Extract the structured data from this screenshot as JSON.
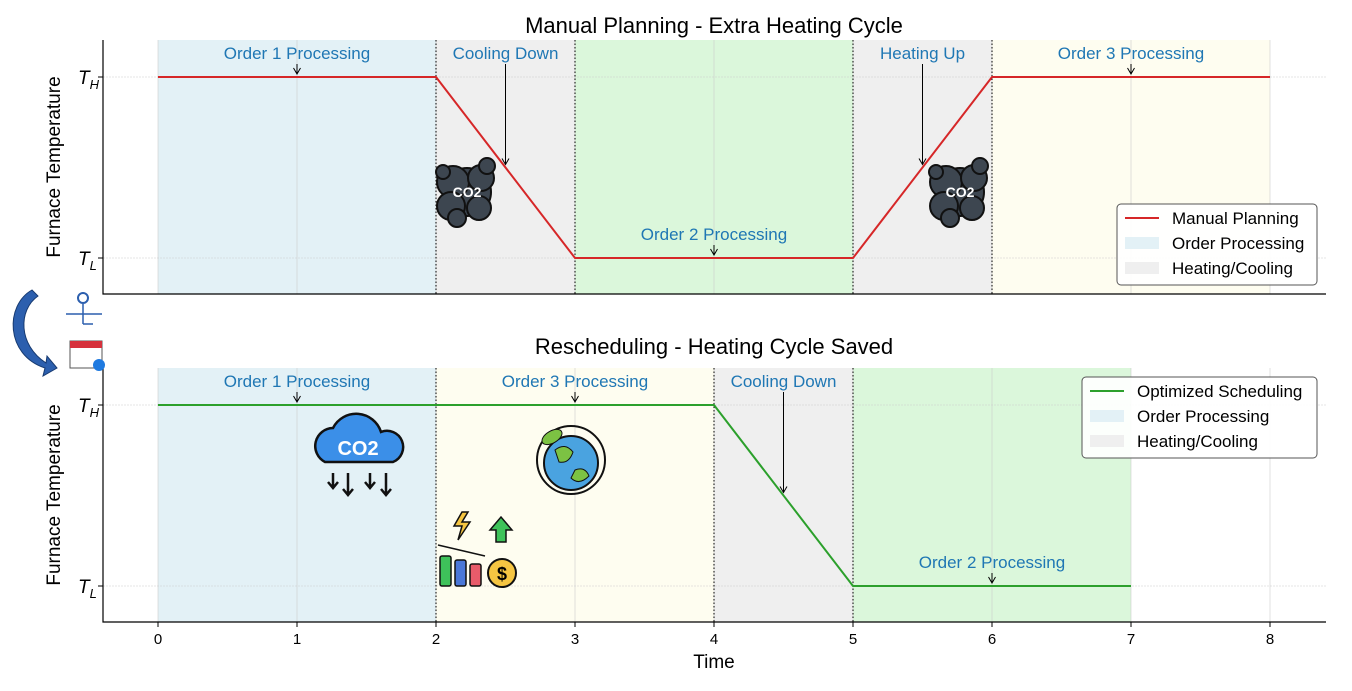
{
  "colors": {
    "order1": "#e3f1f6",
    "order2": "#dbf7db",
    "order3": "#fefdf0",
    "transition": "#efefef",
    "manual": "#d62728",
    "optimized": "#2ca02c",
    "annot": "#1f77b4"
  },
  "chart_data": [
    {
      "type": "line",
      "title": "Manual Planning - Extra Heating Cycle",
      "ylabel": "Furnace Temperature",
      "xlim": [
        -0.4,
        8.4
      ],
      "yticks": [
        {
          "base": "T",
          "sub": "H",
          "level": 1
        },
        {
          "base": "T",
          "sub": "L",
          "level": 0
        }
      ],
      "regions": [
        {
          "x0": 0,
          "x1": 2,
          "kind": "order1"
        },
        {
          "x0": 2,
          "x1": 3,
          "kind": "transition"
        },
        {
          "x0": 3,
          "x1": 5,
          "kind": "order2"
        },
        {
          "x0": 5,
          "x1": 6,
          "kind": "transition"
        },
        {
          "x0": 6,
          "x1": 8,
          "kind": "order3"
        }
      ],
      "boundaries": [
        2,
        3,
        5,
        6
      ],
      "series": {
        "name": "Manual Planning",
        "color_key": "manual",
        "x": [
          0,
          2,
          3,
          5,
          6,
          8
        ],
        "y": [
          1,
          1,
          0,
          0,
          1,
          1
        ]
      },
      "annotations": [
        {
          "text": "Order 1 Processing",
          "x": 1,
          "y": 1,
          "pos": "top"
        },
        {
          "text": "Cooling Down",
          "x": 2.5,
          "y": 0.5,
          "pos": "top"
        },
        {
          "text": "Order 2 Processing",
          "x": 4,
          "y": 0,
          "pos": "low"
        },
        {
          "text": "Heating Up",
          "x": 5.5,
          "y": 0.5,
          "pos": "top"
        },
        {
          "text": "Order 3 Processing",
          "x": 7,
          "y": 1,
          "pos": "top"
        }
      ],
      "legend": {
        "placement": "lower-right",
        "entries": [
          "Manual Planning",
          "Order Processing",
          "Heating/Cooling"
        ]
      }
    },
    {
      "type": "line",
      "title": "Rescheduling - Heating Cycle Saved",
      "ylabel": "Furnace Temperature",
      "xlabel": "Time",
      "xlim": [
        -0.4,
        8.4
      ],
      "xticks": [
        0,
        1,
        2,
        3,
        4,
        5,
        6,
        7,
        8
      ],
      "yticks": [
        {
          "base": "T",
          "sub": "H",
          "level": 1
        },
        {
          "base": "T",
          "sub": "L",
          "level": 0
        }
      ],
      "regions": [
        {
          "x0": 0,
          "x1": 2,
          "kind": "order1"
        },
        {
          "x0": 2,
          "x1": 4,
          "kind": "order3"
        },
        {
          "x0": 4,
          "x1": 5,
          "kind": "transition"
        },
        {
          "x0": 5,
          "x1": 7,
          "kind": "order2"
        }
      ],
      "boundaries": [
        2,
        4,
        5
      ],
      "series": {
        "name": "Optimized Scheduling",
        "color_key": "optimized",
        "x": [
          0,
          4,
          5,
          7
        ],
        "y": [
          1,
          1,
          0,
          0
        ]
      },
      "annotations": [
        {
          "text": "Order 1 Processing",
          "x": 1,
          "y": 1,
          "pos": "top"
        },
        {
          "text": "Order 3 Processing",
          "x": 3,
          "y": 1,
          "pos": "top"
        },
        {
          "text": "Cooling Down",
          "x": 4.5,
          "y": 0.5,
          "pos": "top"
        },
        {
          "text": "Order 2 Processing",
          "x": 6,
          "y": 0,
          "pos": "low"
        }
      ],
      "legend": {
        "placement": "upper-right",
        "entries": [
          "Optimized Scheduling",
          "Order Processing",
          "Heating/Cooling"
        ]
      }
    }
  ],
  "icons": {
    "co2_cloud": "CO2",
    "co2_smoke": "CO2",
    "cost": "$"
  }
}
